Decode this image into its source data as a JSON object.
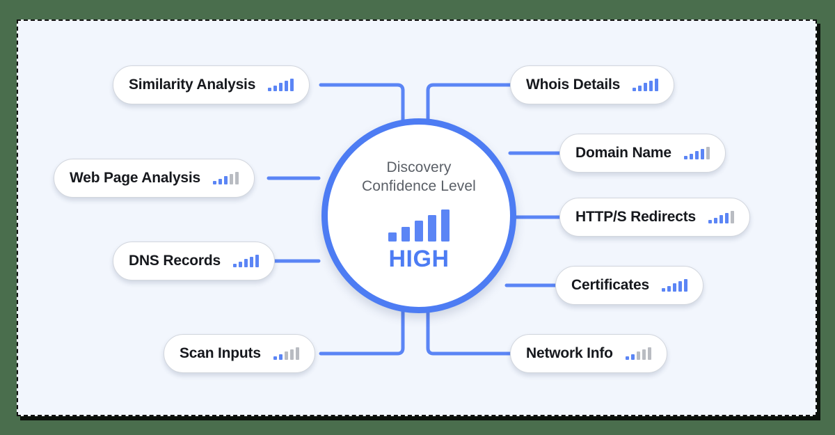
{
  "diagram": {
    "hub": {
      "title": "Discovery\nConfidence Level",
      "level_label": "HIGH",
      "signal_filled": 5,
      "signal_total": 5,
      "accent_color": "#4d7cf3"
    },
    "colors": {
      "canvas_background": "#f2f6fd",
      "page_background": "#4a6e4d",
      "connector": "#5b85f5",
      "bar_on": "#5b85f5",
      "bar_off": "#b9bcc2",
      "node_text": "#16181d",
      "hub_text": "#5a5f66"
    },
    "nodes": [
      {
        "id": "similarity-analysis",
        "label": "Similarity Analysis",
        "signal_filled": 5,
        "signal_total": 5,
        "side": "left"
      },
      {
        "id": "web-page-analysis",
        "label": "Web Page Analysis",
        "signal_filled": 3,
        "signal_total": 5,
        "side": "left"
      },
      {
        "id": "dns-records",
        "label": "DNS Records",
        "signal_filled": 5,
        "signal_total": 5,
        "side": "left"
      },
      {
        "id": "scan-inputs",
        "label": "Scan Inputs",
        "signal_filled": 2,
        "signal_total": 5,
        "side": "left"
      },
      {
        "id": "whois-details",
        "label": "Whois Details",
        "signal_filled": 5,
        "signal_total": 5,
        "side": "right"
      },
      {
        "id": "domain-name",
        "label": "Domain Name",
        "signal_filled": 4,
        "signal_total": 5,
        "side": "right"
      },
      {
        "id": "http-s-redirects",
        "label": "HTTP/S Redirects",
        "signal_filled": 4,
        "signal_total": 5,
        "side": "right"
      },
      {
        "id": "certificates",
        "label": "Certificates",
        "signal_filled": 5,
        "signal_total": 5,
        "side": "right"
      },
      {
        "id": "network-info",
        "label": "Network Info",
        "signal_filled": 2,
        "signal_total": 5,
        "side": "right"
      }
    ]
  }
}
